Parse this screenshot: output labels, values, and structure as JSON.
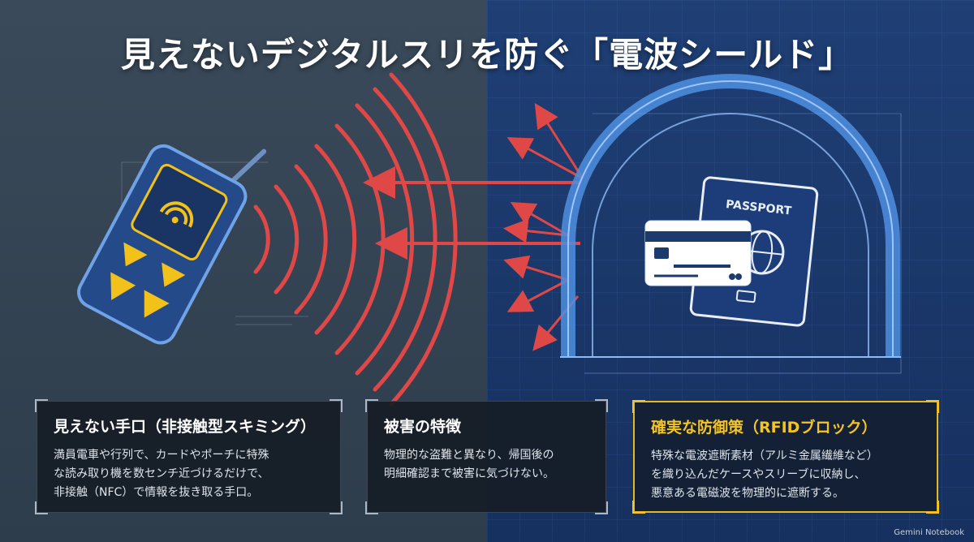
{
  "title": "見えないデジタルスリを防ぐ「電波シールド」",
  "illustration": {
    "passport_label": "PASSPORT",
    "colors": {
      "wave_red": "#e04848",
      "device_yellow": "#f2c21a",
      "shield_blue": "#4d8fe0",
      "left_bg": "#34444f",
      "right_bg": "#1b3a6e"
    }
  },
  "panels": [
    {
      "heading": "見えない手口（非接触型スキミング）",
      "body_lines": [
        "満員電車や行列で、カードやポーチに特殊",
        "な読み取り機を数センチ近づけるだけで、",
        "非接触（NFC）で情報を抜き取る手口。"
      ]
    },
    {
      "heading": "被害の特徴",
      "body_lines": [
        "物理的な盗難と異なり、帰国後の",
        "明細確認まで被害に気づけない。"
      ]
    },
    {
      "heading": "確実な防御策（RFIDブロック）",
      "body_lines": [
        "特殊な電波遮断素材（アルミ金属繊維など）",
        "を織り込んだケースやスリーブに収納し、",
        "悪意ある電磁波を物理的に遮断する。"
      ]
    }
  ],
  "watermark": "Gemini Notebook"
}
